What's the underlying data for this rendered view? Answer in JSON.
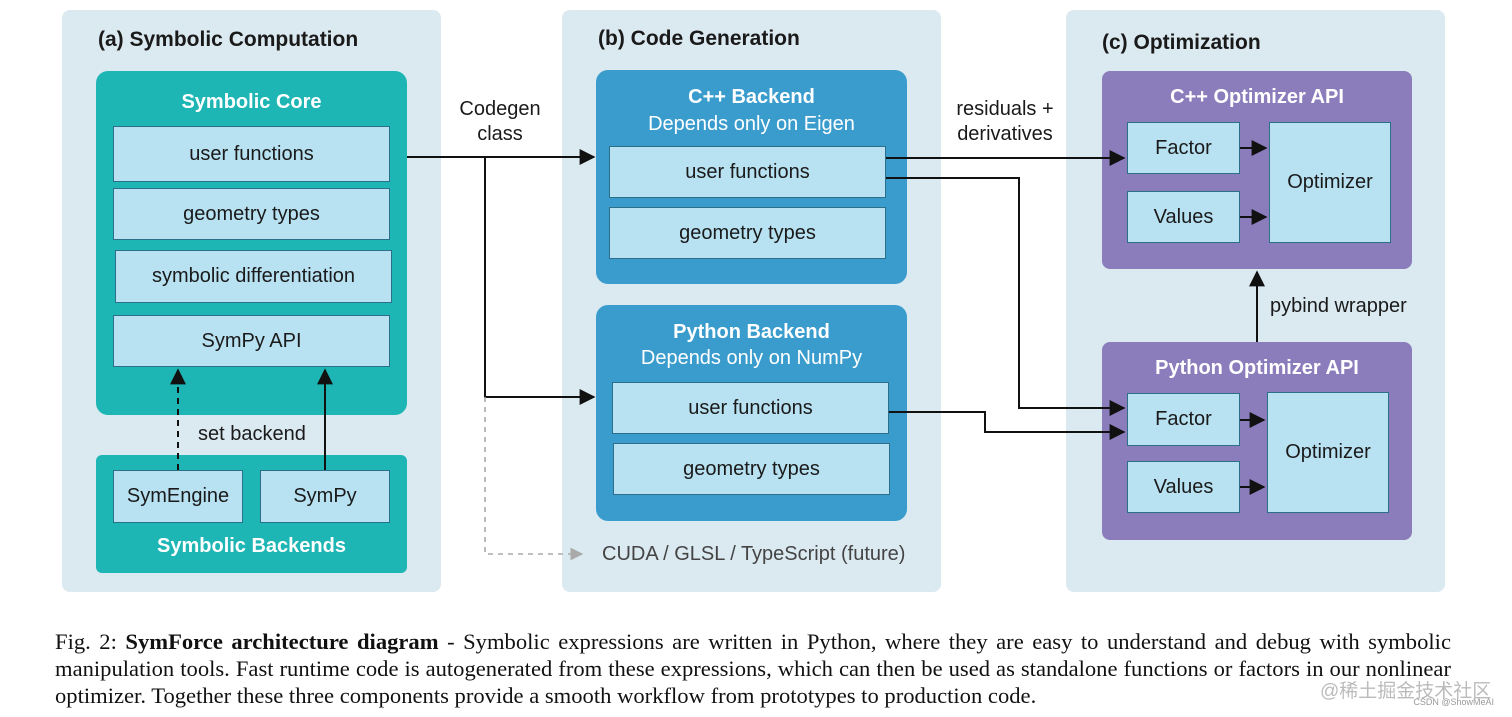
{
  "panels": {
    "a": {
      "title": "(a) Symbolic Computation",
      "core": {
        "title": "Symbolic Core",
        "items": [
          "user functions",
          "geometry types",
          "symbolic differentiation",
          "SymPy API"
        ]
      },
      "set_backend": "set backend",
      "backends": {
        "title": "Symbolic Backends",
        "items": [
          "SymEngine",
          "SymPy"
        ]
      }
    },
    "b": {
      "title": "(b) Code Generation",
      "cpp": {
        "title": "C++ Backend",
        "subtitle": "Depends only on Eigen",
        "items": [
          "user functions",
          "geometry types"
        ]
      },
      "python": {
        "title": "Python Backend",
        "subtitle": "Depends only on NumPy",
        "items": [
          "user functions",
          "geometry types"
        ]
      },
      "future": "CUDA / GLSL / TypeScript (future)"
    },
    "c": {
      "title": "(c) Optimization",
      "cpp": {
        "title": "C++ Optimizer API",
        "factor": "Factor",
        "values": "Values",
        "optimizer": "Optimizer"
      },
      "python": {
        "title": "Python Optimizer API",
        "factor": "Factor",
        "values": "Values",
        "optimizer": "Optimizer"
      },
      "pybind": "pybind wrapper"
    }
  },
  "edge_labels": {
    "codegen_line1": "Codegen",
    "codegen_line2": "class",
    "residuals_line1": "residuals +",
    "residuals_line2": "derivatives"
  },
  "caption": {
    "prefix": "Fig. 2: ",
    "bold": "SymForce architecture diagram",
    "text": " - Symbolic expressions are written in Python, where they are easy to understand and debug with symbolic manipulation tools. Fast runtime code is autogenerated from these expressions, which can then be used as standalone functions or factors in our nonlinear optimizer. Together these three components provide a smooth workflow from prototypes to production code."
  },
  "watermarks": {
    "overlay": "@稀土掘金技术社区",
    "corner": "CSDN @ShowMeAI"
  },
  "colors": {
    "panel_bg": "#dbe9f1",
    "teal": "#1eb6b4",
    "blue": "#3a9ccd",
    "purple": "#8b7dbb",
    "light_box": "#b8e2f2"
  }
}
